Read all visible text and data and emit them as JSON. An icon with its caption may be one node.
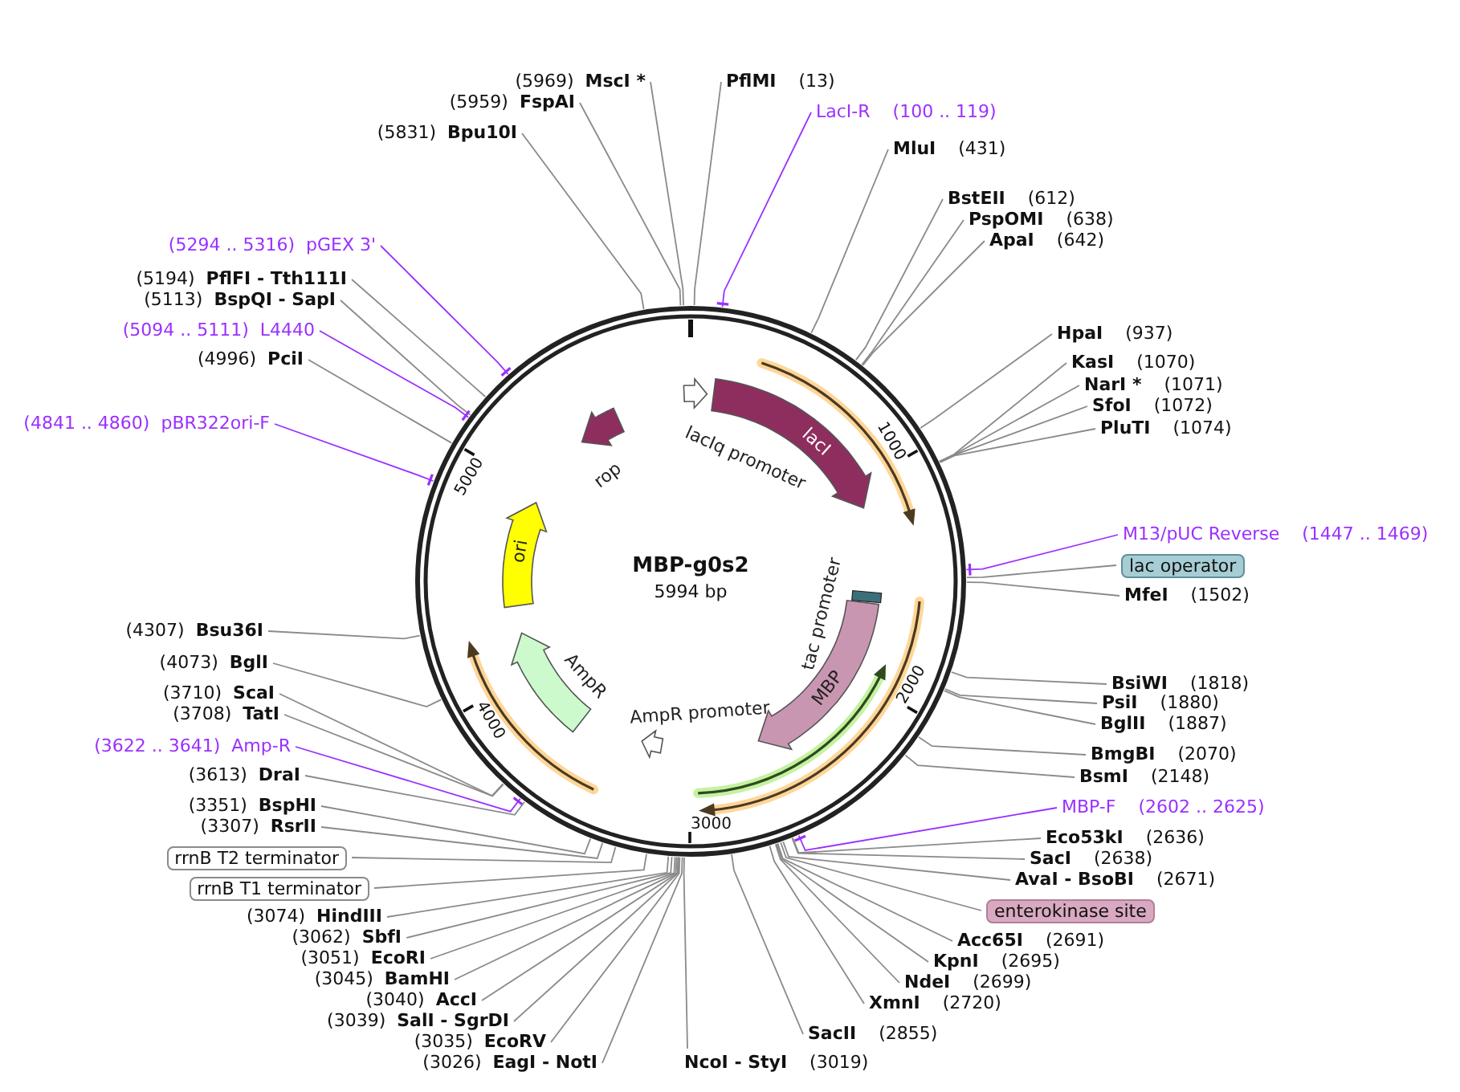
{
  "diagram": {
    "title": "MBP-g0s2",
    "nodes": [
      {
        "text": [
          "(5969)",
          "MscI *"
        ]
      },
      {
        "text": [
          "(5959)",
          "FspAI"
        ]
      },
      {
        "text": [
          "PflMI",
          "(13)"
        ]
      },
      {
        "text": [
          "LacI-R",
          "(100 .. 119)"
        ]
      },
      {
        "text": [
          "(5831)",
          "Bpu10I"
        ]
      },
      {
        "text": [
          "MluI",
          "(431)"
        ]
      },
      {
        "text": [
          "BstEII",
          "(612)"
        ]
      },
      {
        "text": [
          "PspOMI",
          "(638)"
        ]
      },
      {
        "text": [
          "ApaI",
          "(642)"
        ]
      },
      {
        "text": [
          "(5294 .. 5316)",
          "pGEX 3'"
        ]
      },
      {
        "text": [
          "(5194)",
          "PflFI - Tth111I"
        ]
      },
      {
        "text": [
          "(5113)",
          "BspQI - SapI"
        ]
      },
      {
        "text": [
          "(5094 .. 5111)",
          "L4440"
        ]
      },
      {
        "text": [
          "HpaI",
          "(937)"
        ]
      },
      {
        "text": [
          "(4996)",
          "PciI"
        ]
      },
      {
        "text": [
          "KasI",
          "(1070)"
        ]
      },
      {
        "text": [
          "NarI *",
          "(1071)"
        ]
      },
      {
        "text": [
          "SfoI",
          "(1072)"
        ]
      },
      {
        "text": [
          "PluTI",
          "(1074)"
        ]
      },
      {
        "text": [
          "(4841 .. 4860)",
          "pBR322ori-F"
        ]
      },
      {
        "text": [
          "M13/pUC Reverse",
          "(1447 .. 1469)"
        ]
      },
      {
        "text": [
          "lac operator"
        ]
      },
      {
        "text": [
          "MfeI",
          "(1502)"
        ]
      },
      {
        "text": [
          "(4307)",
          "Bsu36I"
        ]
      },
      {
        "text": [
          "(4073)",
          "BglI"
        ]
      },
      {
        "text": [
          "BsiWI",
          "(1818)"
        ]
      },
      {
        "text": [
          "PsiI",
          "(1880)"
        ]
      },
      {
        "text": [
          "BglII",
          "(1887)"
        ]
      },
      {
        "text": [
          "(3710)",
          "ScaI"
        ]
      },
      {
        "text": [
          "(3708)",
          "TatI"
        ]
      },
      {
        "text": [
          "(3622 .. 3641)",
          "Amp-R"
        ]
      },
      {
        "text": [
          "BmgBI",
          "(2070)"
        ]
      },
      {
        "text": [
          "BsmI",
          "(2148)"
        ]
      },
      {
        "text": [
          "(3613)",
          "DraI"
        ]
      },
      {
        "text": [
          "MBP-F",
          "(2602 .. 2625)"
        ]
      },
      {
        "text": [
          "(3351)",
          "BspHI"
        ]
      },
      {
        "text": [
          "Eco53kI",
          "(2636)"
        ]
      },
      {
        "text": [
          "(3307)",
          "RsrII"
        ]
      },
      {
        "text": [
          "SacI",
          "(2638)"
        ]
      },
      {
        "text": [
          "rrnB T2 terminator"
        ]
      },
      {
        "text": [
          "AvaI - BsoBI",
          "(2671)"
        ]
      },
      {
        "text": [
          "rrnB T1 terminator"
        ]
      },
      {
        "text": [
          "enterokinase site"
        ]
      },
      {
        "text": [
          "(3074)",
          "HindIII"
        ]
      },
      {
        "text": [
          "Acc65I",
          "(2691)"
        ]
      },
      {
        "text": [
          "(3062)",
          "SbfI"
        ]
      },
      {
        "text": [
          "KpnI",
          "(2695)"
        ]
      },
      {
        "text": [
          "(3051)",
          "EcoRI"
        ]
      },
      {
        "text": [
          "NdeI",
          "(2699)"
        ]
      },
      {
        "text": [
          "(3045)",
          "BamHI"
        ]
      },
      {
        "text": [
          "XmnI",
          "(2720)"
        ]
      },
      {
        "text": [
          "(3040)",
          "AccI"
        ]
      },
      {
        "text": [
          "(3039)",
          "SalI - SgrDI"
        ]
      },
      {
        "text": [
          "SacII",
          "(2855)"
        ]
      },
      {
        "text": [
          "(3035)",
          "EcoRV"
        ]
      },
      {
        "text": [
          "(3026)",
          "EagI - NotI"
        ]
      },
      {
        "text": [
          "NcoI - StyI",
          "(3019)"
        ]
      },
      {
        "text": [],
        "shape": "circle"
      },
      {
        "text": [
          "lacIq promoter"
        ],
        "in": 57
      },
      {
        "text": [
          "lacI"
        ],
        "in": 57
      },
      {
        "text": [
          "rop"
        ],
        "in": 57
      },
      {
        "text": [
          "ori"
        ],
        "in": 57
      },
      {
        "text": [
          "AmpR"
        ],
        "in": 57
      },
      {
        "text": [
          "AmpR promoter"
        ],
        "in": 57
      },
      {
        "text": [
          "tac promoter"
        ],
        "in": 57
      },
      {
        "text": [
          "MBP"
        ],
        "in": 57
      }
    ],
    "edges": [
      {
        "from": 0,
        "to": 57,
        "arrow": "none"
      },
      {
        "from": 1,
        "to": 57,
        "arrow": "none"
      },
      {
        "from": 2,
        "to": 57,
        "arrow": "none"
      },
      {
        "from": 3,
        "to": 57,
        "arrow": "none",
        "color": "#9b30ff"
      },
      {
        "from": 4,
        "to": 57,
        "arrow": "none"
      },
      {
        "from": 5,
        "to": 57,
        "arrow": "none"
      },
      {
        "from": 6,
        "to": 57,
        "arrow": "none"
      },
      {
        "from": 7,
        "to": 57,
        "arrow": "none"
      },
      {
        "from": 8,
        "to": 57,
        "arrow": "none"
      },
      {
        "from": 9,
        "to": 57,
        "arrow": "none",
        "color": "#9b30ff"
      },
      {
        "from": 10,
        "to": 57,
        "arrow": "none"
      },
      {
        "from": 11,
        "to": 57,
        "arrow": "none"
      },
      {
        "from": 12,
        "to": 57,
        "arrow": "none",
        "color": "#9b30ff"
      },
      {
        "from": 13,
        "to": 57,
        "arrow": "none"
      },
      {
        "from": 14,
        "to": 57,
        "arrow": "none"
      },
      {
        "from": 15,
        "to": 57,
        "arrow": "none"
      },
      {
        "from": 16,
        "to": 57,
        "arrow": "none"
      },
      {
        "from": 17,
        "to": 57,
        "arrow": "none"
      },
      {
        "from": 18,
        "to": 57,
        "arrow": "none"
      },
      {
        "from": 19,
        "to": 57,
        "arrow": "none",
        "color": "#9b30ff"
      },
      {
        "from": 20,
        "to": 57,
        "arrow": "none",
        "color": "#9b30ff"
      },
      {
        "from": 21,
        "to": 57,
        "arrow": "none"
      },
      {
        "from": 22,
        "to": 57,
        "arrow": "none"
      },
      {
        "from": 23,
        "to": 57,
        "arrow": "none"
      },
      {
        "from": 24,
        "to": 57,
        "arrow": "none"
      },
      {
        "from": 25,
        "to": 57,
        "arrow": "none"
      },
      {
        "from": 26,
        "to": 57,
        "arrow": "none"
      },
      {
        "from": 27,
        "to": 57,
        "arrow": "none"
      },
      {
        "from": 28,
        "to": 57,
        "arrow": "none"
      },
      {
        "from": 29,
        "to": 57,
        "arrow": "none"
      },
      {
        "from": 30,
        "to": 57,
        "arrow": "none",
        "color": "#9b30ff"
      },
      {
        "from": 31,
        "to": 57,
        "arrow": "none"
      },
      {
        "from": 32,
        "to": 57,
        "arrow": "none"
      },
      {
        "from": 33,
        "to": 57,
        "arrow": "none"
      },
      {
        "from": 34,
        "to": 57,
        "arrow": "none",
        "color": "#9b30ff"
      },
      {
        "from": 35,
        "to": 57,
        "arrow": "none"
      },
      {
        "from": 36,
        "to": 57,
        "arrow": "none"
      },
      {
        "from": 37,
        "to": 57,
        "arrow": "none"
      },
      {
        "from": 38,
        "to": 57,
        "arrow": "none"
      },
      {
        "from": 39,
        "to": 57,
        "arrow": "none"
      },
      {
        "from": 40,
        "to": 57,
        "arrow": "none"
      },
      {
        "from": 41,
        "to": 57,
        "arrow": "none"
      },
      {
        "from": 42,
        "to": 57,
        "arrow": "none"
      },
      {
        "from": 43,
        "to": 57,
        "arrow": "none"
      },
      {
        "from": 44,
        "to": 57,
        "arrow": "none"
      },
      {
        "from": 45,
        "to": 57,
        "arrow": "none"
      },
      {
        "from": 46,
        "to": 57,
        "arrow": "none"
      },
      {
        "from": 47,
        "to": 57,
        "arrow": "none"
      },
      {
        "from": 48,
        "to": 57,
        "arrow": "none"
      },
      {
        "from": 49,
        "to": 57,
        "arrow": "none"
      },
      {
        "from": 50,
        "to": 57,
        "arrow": "none"
      },
      {
        "from": 51,
        "to": 57,
        "arrow": "none"
      },
      {
        "from": 52,
        "to": 57,
        "arrow": "none"
      },
      {
        "from": 53,
        "to": 57,
        "arrow": "none"
      },
      {
        "from": 54,
        "to": 57,
        "arrow": "none"
      },
      {
        "from": 55,
        "to": 57,
        "arrow": "none"
      },
      {
        "from": 56,
        "to": 57,
        "arrow": "none"
      }
    ],
    "labels": [
      "5994 bp",
      "1000",
      "2000",
      "3000",
      "4000",
      "5000"
    ]
  }
}
